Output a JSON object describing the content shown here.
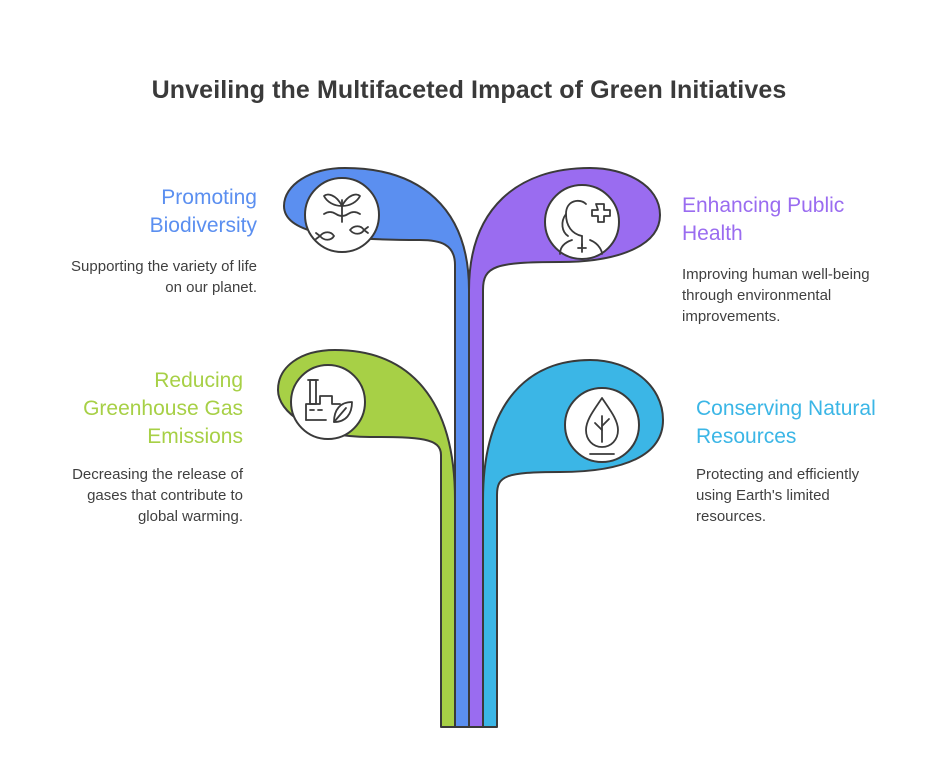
{
  "title": "Unveiling the Multifaceted Impact of Green Initiatives",
  "items": [
    {
      "heading_lines": [
        "Promoting",
        "Biodiversity"
      ],
      "description_lines": [
        "Supporting the variety of life",
        "on our planet."
      ],
      "color": "#5b8ff0",
      "icon": "biodiversity-icon"
    },
    {
      "heading_lines": [
        "Enhancing Public",
        "Health"
      ],
      "description_lines": [
        "Improving human well-being",
        "through environmental",
        "improvements."
      ],
      "color": "#9a6cf0",
      "icon": "public-health-icon"
    },
    {
      "heading_lines": [
        "Reducing",
        "Greenhouse Gas",
        "Emissions"
      ],
      "description_lines": [
        "Decreasing the release of",
        "gases that contribute to",
        "global warming."
      ],
      "color": "#a7d046",
      "icon": "factory-leaf-icon"
    },
    {
      "heading_lines": [
        "Conserving Natural",
        "Resources"
      ],
      "description_lines": [
        "Protecting and efficiently",
        "using Earth's limited",
        "resources."
      ],
      "color": "#3bb6e6",
      "icon": "water-drop-tree-icon"
    }
  ]
}
